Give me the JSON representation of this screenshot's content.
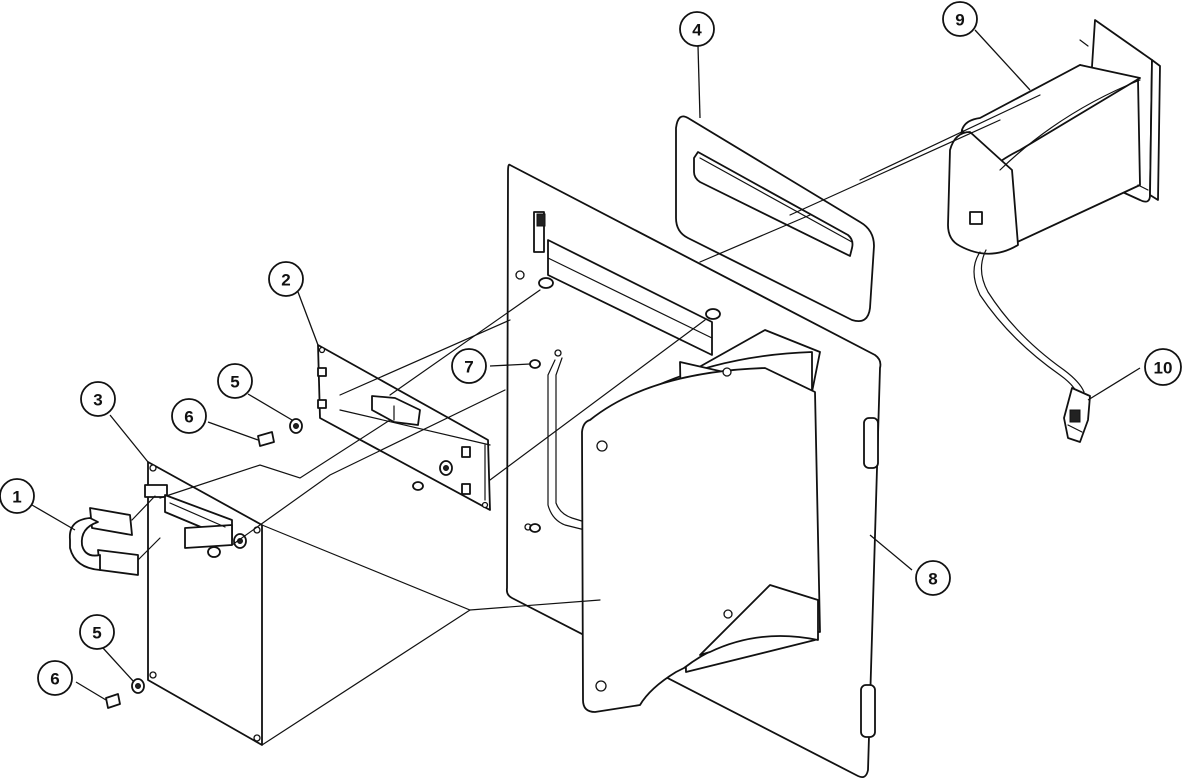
{
  "callouts": [
    {
      "id": "c1",
      "label": "1"
    },
    {
      "id": "c2",
      "label": "2"
    },
    {
      "id": "c3",
      "label": "3"
    },
    {
      "id": "c4",
      "label": "4"
    },
    {
      "id": "c5a",
      "label": "5"
    },
    {
      "id": "c5b",
      "label": "5"
    },
    {
      "id": "c6a",
      "label": "6"
    },
    {
      "id": "c6b",
      "label": "6"
    },
    {
      "id": "c7",
      "label": "7"
    },
    {
      "id": "c8",
      "label": "8"
    },
    {
      "id": "c9",
      "label": "9"
    },
    {
      "id": "c10",
      "label": "10"
    }
  ]
}
